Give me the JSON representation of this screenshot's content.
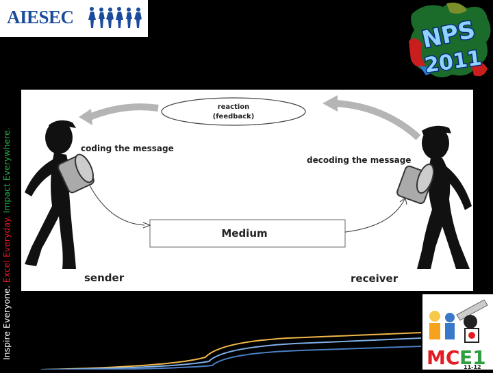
{
  "header": {
    "logo_text": "AIESEC"
  },
  "slogan": {
    "part1": "Inspire Everyone. ",
    "part2": "Excel Everyday. ",
    "part3": "Impact Everywhere.",
    "colors": {
      "white": "#ffffff",
      "red": "#e31b23",
      "green": "#27a843"
    }
  },
  "conference_logo": {
    "line1": "NPS",
    "line2": "2011"
  },
  "diagram": {
    "reaction": "reaction",
    "feedback": "(feedback)",
    "coding": "coding the message",
    "decoding": "decoding the message",
    "medium": "Medium",
    "sender": "sender",
    "receiver": "receiver"
  },
  "mc_logo": {
    "text": "MC",
    "number": "E1",
    "year": "11-12"
  }
}
